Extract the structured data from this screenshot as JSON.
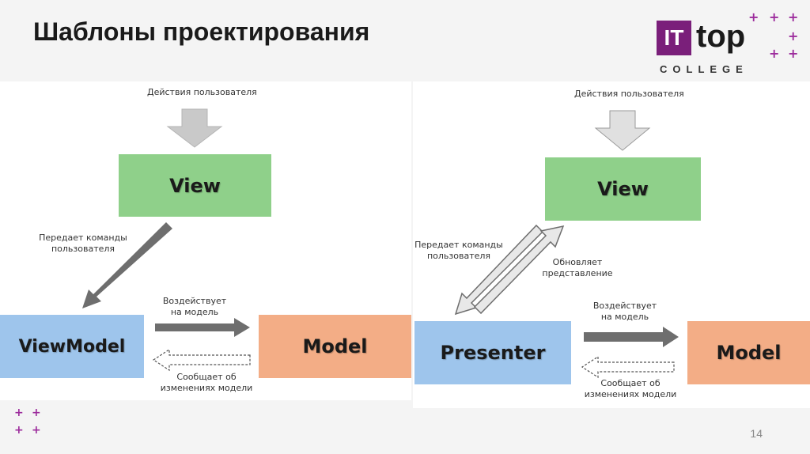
{
  "slide": {
    "title": "Шаблоны проектирования",
    "page_number": "14"
  },
  "logo": {
    "it": "IT",
    "top": "top",
    "college": "COLLEGE"
  },
  "mvvm": {
    "user_actions": "Действия пользователя",
    "view": "View",
    "passes_commands": [
      "Передает команды",
      "пользователя"
    ],
    "viewmodel": "ViewModel",
    "affects": [
      "Воздействует",
      "на модель"
    ],
    "notifies": [
      "Сообщает об",
      "изменениях модели"
    ],
    "model": "Model"
  },
  "mvp": {
    "user_actions": "Действия пользователя",
    "view": "View",
    "passes_commands": [
      "Передает команды",
      "пользователя"
    ],
    "updates_view": [
      "Обновляет",
      "представление"
    ],
    "presenter": "Presenter",
    "affects": [
      "Воздействует",
      "на модель"
    ],
    "notifies": [
      "Сообщает об",
      "изменениях модели"
    ],
    "model": "Model"
  },
  "colors": {
    "view": "#8fd08a",
    "controller": "#9ec5ec",
    "model": "#f3ad86",
    "arrow_gray": "#c9c9c9",
    "arrow_dark": "#6e6e6e",
    "accent": "#9c2b9c"
  }
}
